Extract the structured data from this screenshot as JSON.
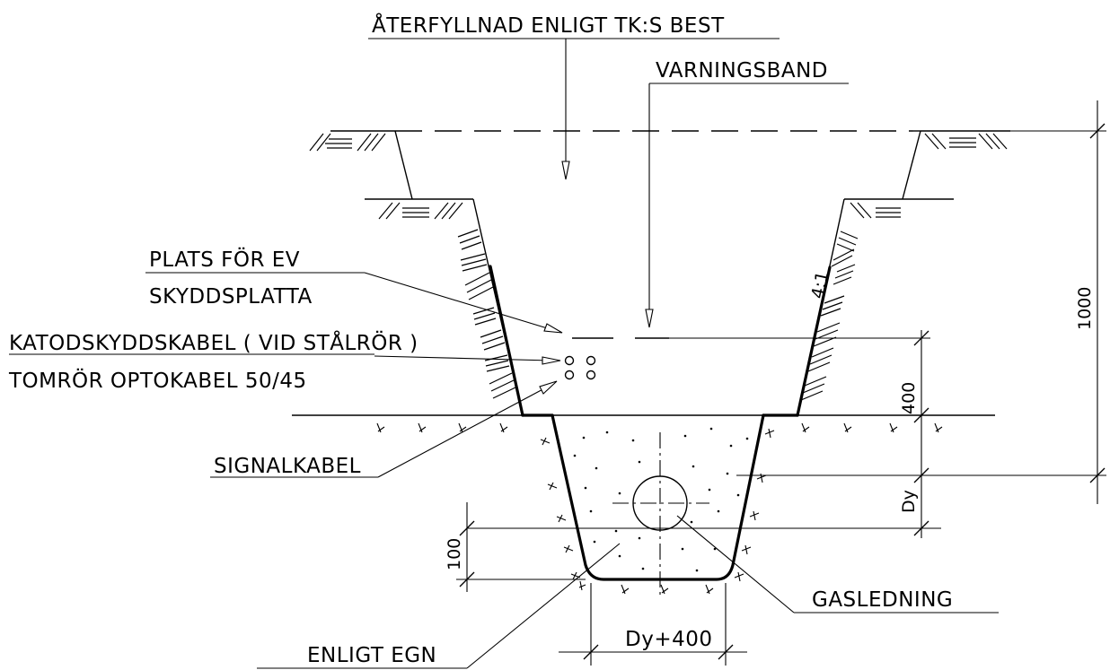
{
  "labels": {
    "backfill": "ÅTERFYLLNAD ENLIGT TK:S BEST",
    "warning_tape": "VARNINGSBAND",
    "slab_line1": "PLATS FÖR EV",
    "slab_line2": "SKYDDSPLATTA",
    "cathodic_cable": "KATODSKYDDSKABEL ( VID STÅLRÖR )",
    "fiber_conduit": "TOMRÖR OPTOKABEL 50/45",
    "signal_cable": "SIGNALKABEL",
    "per_egn": "ENLIGT EGN",
    "gas_pipe": "GASLEDNING",
    "slope": "4:1"
  },
  "dimensions": {
    "total_depth": "1000",
    "cover_depth": "400",
    "pipe_dia": "Dy",
    "bedding": "100",
    "bottom_width": "Dy+400"
  }
}
